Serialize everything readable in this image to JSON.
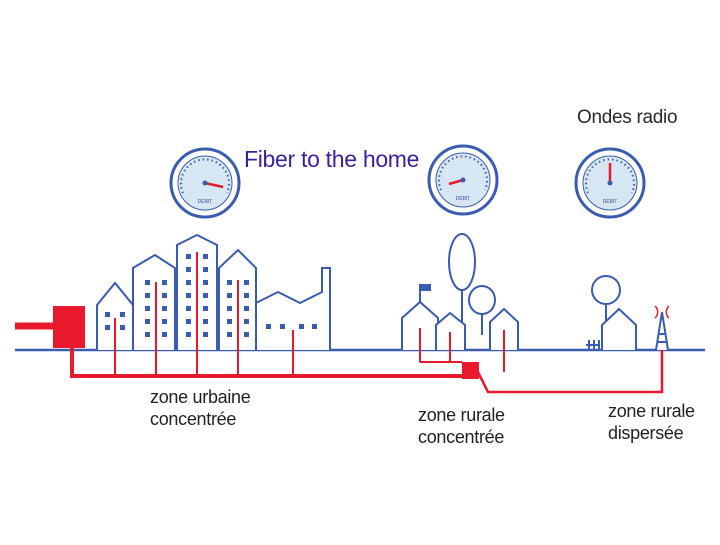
{
  "title": "Fiber to the home",
  "radio_label": "Ondes radio",
  "zones": [
    {
      "line1": "zone urbaine",
      "line2": "concentrée"
    },
    {
      "line1": "zone rurale",
      "line2": "concentrée"
    },
    {
      "line1": "zone rurale",
      "line2": "dispersée"
    }
  ],
  "gauge_label": "DÉBIT",
  "colors": {
    "outline": "#3a5cb0",
    "fiber": "#e8192c",
    "gauge_face": "#d6e6f2",
    "ground": "#3a5cb0",
    "title": "#3b1f9e"
  }
}
